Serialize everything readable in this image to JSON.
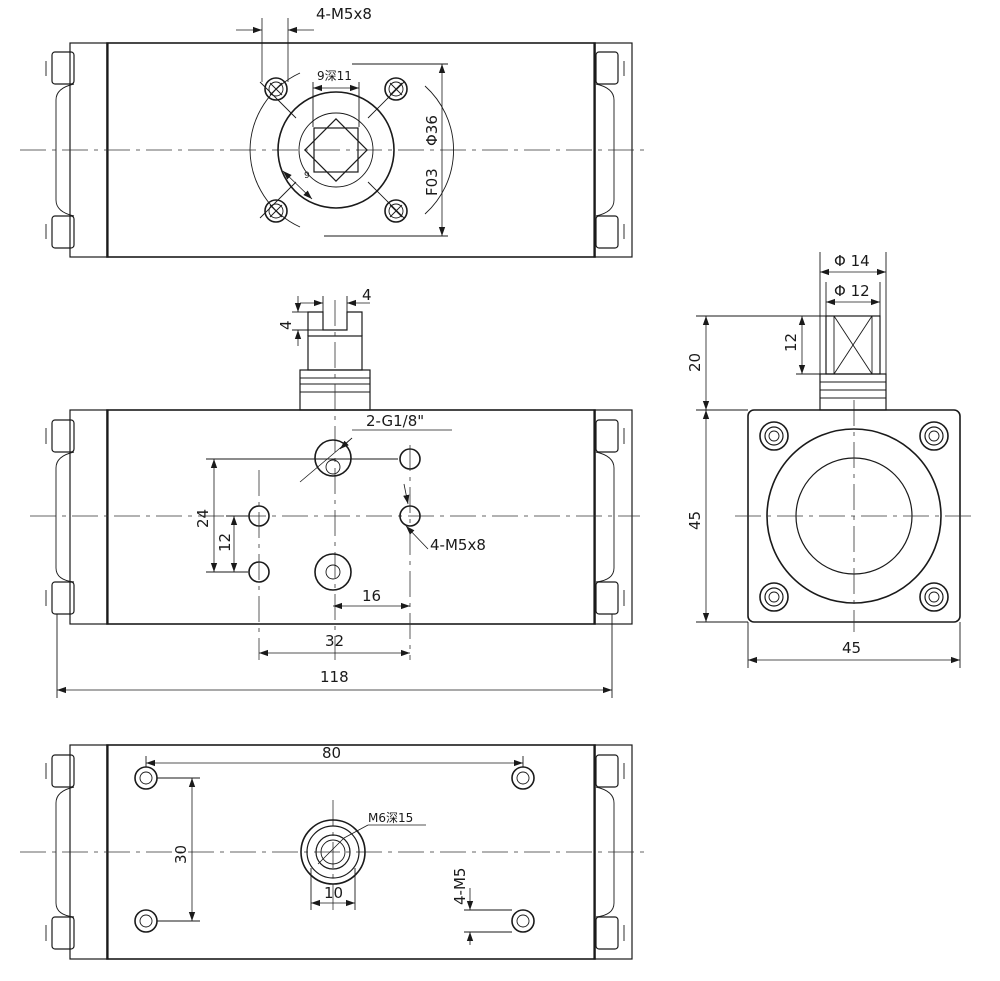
{
  "top_view": {
    "hole_callout": "4-M5x8",
    "square_callout": "9深11",
    "across_flats": "9",
    "pcd_label": "Φ36",
    "flange_label": "F03"
  },
  "front_view": {
    "shaft_flat_width": "4",
    "shaft_flat_depth": "4",
    "port_callout": "2-G1/8\"",
    "hole_callout": "4-M5x8",
    "dim_24": "24",
    "dim_12": "12",
    "dim_16": "16",
    "dim_32": "32",
    "overall_length": "118"
  },
  "side_view": {
    "dia_outer": "Φ 14",
    "dia_inner": "Φ 12",
    "shaft_height": "20",
    "flat_height": "12",
    "body_height": "45",
    "body_width": "45"
  },
  "bottom_view": {
    "dim_80": "80",
    "dim_30": "30",
    "center_thread": "M6深15",
    "dim_10": "10",
    "hole_callout": "4-M5"
  }
}
